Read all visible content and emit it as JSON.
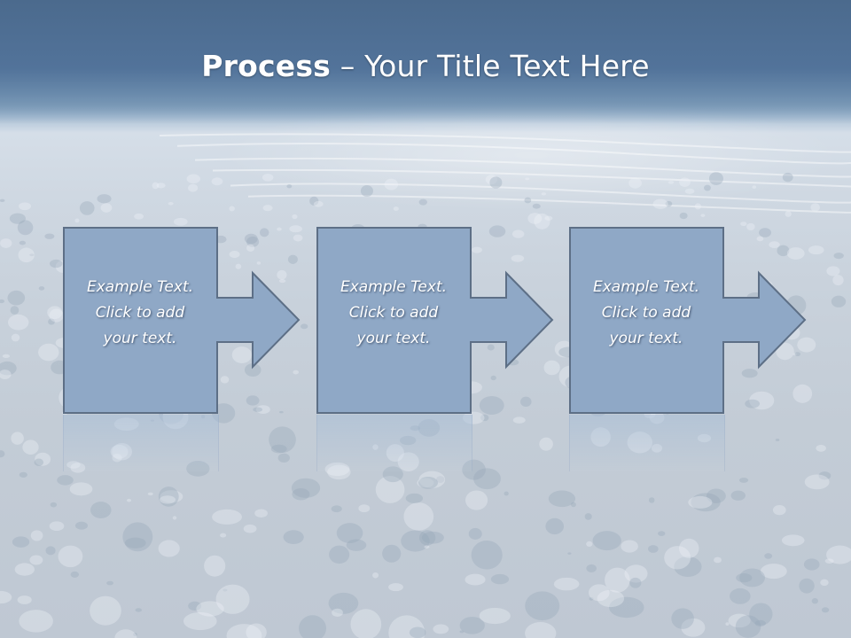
{
  "title": {
    "bold": "Process",
    "rest": " – Your Title Text Here"
  },
  "steps": [
    {
      "line1": "Example Text.",
      "line2": "Click  to add",
      "line3": "your text."
    },
    {
      "line1": "Example Text.",
      "line2": "Click  to add",
      "line3": "your text."
    },
    {
      "line1": "Example Text.",
      "line2": "Click  to add",
      "line3": "your text."
    }
  ],
  "colors": {
    "shape_fill": "#8fa8c6",
    "shape_stroke": "#5d6f86",
    "title_text": "#ffffff"
  }
}
